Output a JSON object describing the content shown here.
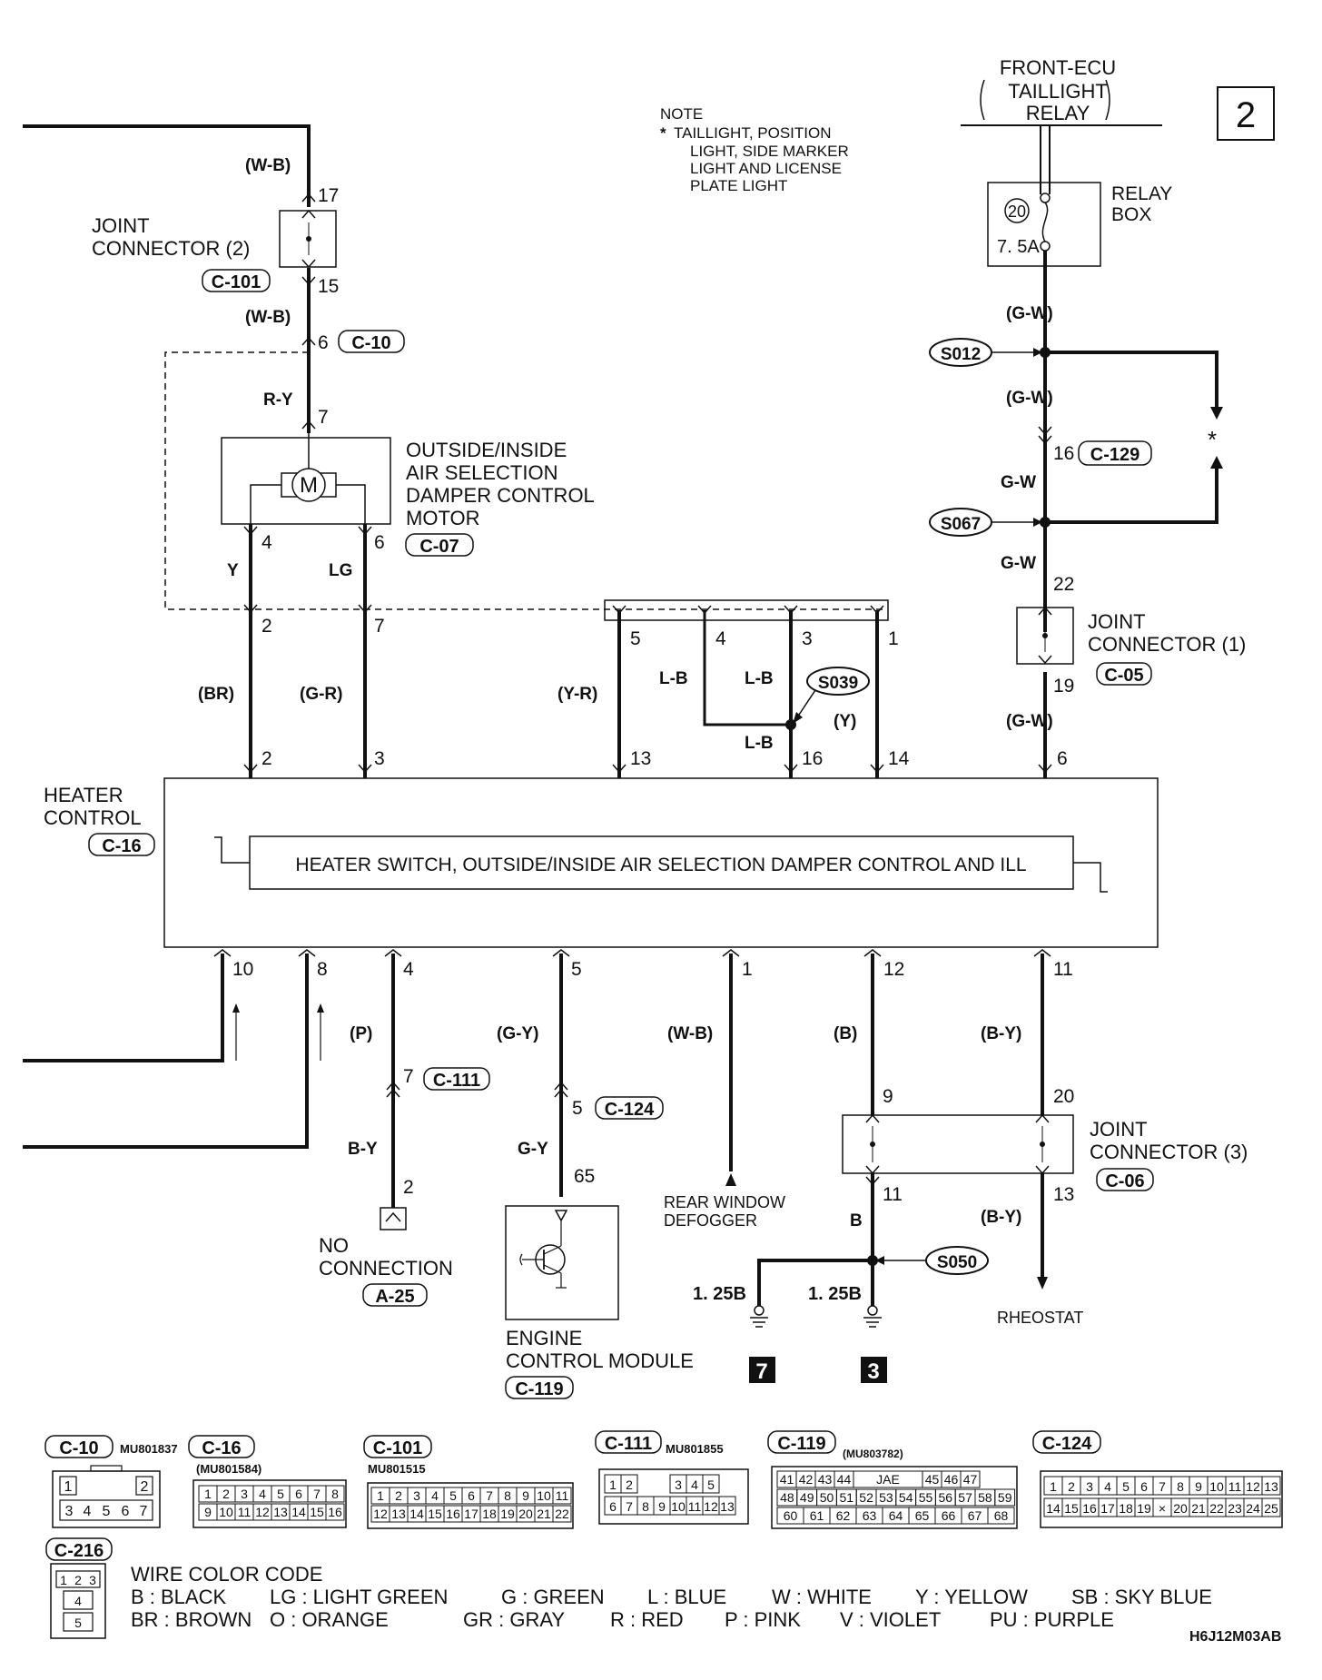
{
  "page_number": "2",
  "code": "H6J12M03AB",
  "note": {
    "title": "NOTE",
    "mark": "*",
    "lines": [
      "TAILLIGHT, POSITION",
      "LIGHT, SIDE MARKER",
      "LIGHT AND LICENSE",
      "PLATE LIGHT"
    ]
  },
  "front_ecu": {
    "line1": "FRONT-ECU",
    "line2": "TAILLIGHT",
    "line3": "RELAY"
  },
  "relay_box": {
    "label1": "RELAY",
    "label2": "BOX",
    "fuse_no": "20",
    "rating": "7. 5A"
  },
  "joint_connector_2": {
    "label1": "JOINT",
    "label2": "CONNECTOR (2)",
    "code": "C-101"
  },
  "joint_connector_1": {
    "label1": "JOINT",
    "label2": "CONNECTOR (1)",
    "code": "C-05"
  },
  "joint_connector_3": {
    "label1": "JOINT",
    "label2": "CONNECTOR (3)",
    "code": "C-06"
  },
  "motor": {
    "l1": "OUTSIDE/INSIDE",
    "l2": "AIR SELECTION",
    "l3": "DAMPER CONTROL",
    "l4": "MOTOR",
    "code": "C-07",
    "symbol": "M"
  },
  "heater_control": {
    "l1": "HEATER",
    "l2": "CONTROL",
    "code": "C-16",
    "inner": "HEATER SWITCH, OUTSIDE/INSIDE AIR SELECTION DAMPER CONTROL AND ILL"
  },
  "splices": {
    "s012": "S012",
    "s067": "S067",
    "s039": "S039",
    "s050": "S050"
  },
  "connector_refs": {
    "c10": "C-10",
    "c129": "C-129",
    "c111": "C-111",
    "c124": "C-124"
  },
  "wires": {
    "wb": "(W-B)",
    "ry": "R-Y",
    "y": "Y",
    "lg": "LG",
    "br": "(BR)",
    "gr": "(G-R)",
    "yr": "(Y-R)",
    "lb": "L-B",
    "y_paren": "(Y)",
    "gw_paren": "(G-W)",
    "gw": "G-W",
    "p": "(P)",
    "by": "B-Y",
    "gy_paren": "(G-Y)",
    "gy": "G-Y",
    "b_paren": "(B)",
    "b": "B",
    "by_paren": "(B-Y)",
    "b125": "1. 25B"
  },
  "pins": {
    "p17": "17",
    "p15": "15",
    "p6": "6",
    "p7": "7",
    "p4": "4",
    "p2": "2",
    "p3": "3",
    "p5": "5",
    "p1": "1",
    "p13": "13",
    "p16": "16",
    "p14": "14",
    "p22": "22",
    "p19": "19",
    "p10": "10",
    "p8": "8",
    "p12": "12",
    "p11": "11",
    "p9": "9",
    "p20": "20",
    "p65": "65"
  },
  "no_connection": {
    "l1": "NO",
    "l2": "CONNECTION",
    "code": "A-25"
  },
  "ecm": {
    "l1": "ENGINE",
    "l2": "CONTROL MODULE",
    "code": "C-119"
  },
  "rear_defogger": {
    "l1": "REAR WINDOW",
    "l2": "DEFOGGER"
  },
  "rheostat": "RHEOSTAT",
  "grounds": {
    "g7": "7",
    "g3": "3"
  },
  "connector_views": [
    {
      "code": "C-10",
      "part": "MU801837",
      "rows": [
        [
          "1",
          "",
          "",
          "2"
        ],
        [
          "3",
          "4",
          "5",
          "6",
          "7"
        ]
      ]
    },
    {
      "code": "C-16",
      "part": "(MU801584)",
      "rows": [
        [
          "1",
          "2",
          "3",
          "4",
          "5",
          "6",
          "7",
          "8"
        ],
        [
          "9",
          "10",
          "11",
          "12",
          "13",
          "14",
          "15",
          "16"
        ]
      ]
    },
    {
      "code": "C-101",
      "part": "MU801515",
      "rows": [
        [
          "1",
          "2",
          "3",
          "4",
          "5",
          "6",
          "7",
          "8",
          "9",
          "10",
          "11"
        ],
        [
          "12",
          "13",
          "14",
          "15",
          "16",
          "17",
          "18",
          "19",
          "20",
          "21",
          "22"
        ]
      ]
    },
    {
      "code": "C-111",
      "part": "MU801855",
      "rows": [
        [
          "1",
          "2",
          "",
          "",
          "3",
          "4",
          "5"
        ],
        [
          "6",
          "7",
          "8",
          "9",
          "10",
          "11",
          "12",
          "13"
        ]
      ]
    },
    {
      "code": "C-119",
      "part": "(MU803782)",
      "rows": [
        [
          "41",
          "42",
          "43",
          "44",
          "JAE",
          "45",
          "46",
          "47"
        ],
        [
          "48",
          "49",
          "50",
          "51",
          "52",
          "53",
          "54",
          "55",
          "56",
          "57",
          "58",
          "59"
        ],
        [
          "60",
          "61",
          "62",
          "63",
          "64",
          "65",
          "66",
          "67",
          "68"
        ]
      ]
    },
    {
      "code": "C-124",
      "part": "",
      "rows": [
        [
          "1",
          "2",
          "3",
          "4",
          "5",
          "6",
          "7",
          "8",
          "9",
          "10",
          "11",
          "12",
          "13"
        ],
        [
          "14",
          "15",
          "16",
          "17",
          "18",
          "19",
          "×",
          "20",
          "21",
          "22",
          "23",
          "24",
          "25"
        ]
      ]
    },
    {
      "code": "C-216",
      "part": "",
      "rows": [
        [
          "1",
          "2",
          "3"
        ],
        [
          "4"
        ],
        [
          "5"
        ]
      ]
    }
  ],
  "legend": {
    "title": "WIRE COLOR CODE",
    "row1": [
      "B : BLACK",
      "LG : LIGHT GREEN",
      "G : GREEN",
      "L : BLUE",
      "W : WHITE",
      "Y : YELLOW",
      "SB : SKY BLUE"
    ],
    "row2": [
      "BR : BROWN",
      "O : ORANGE",
      "GR : GRAY",
      "R : RED",
      "P : PINK",
      "V : VIOLET",
      "PU : PURPLE"
    ]
  }
}
